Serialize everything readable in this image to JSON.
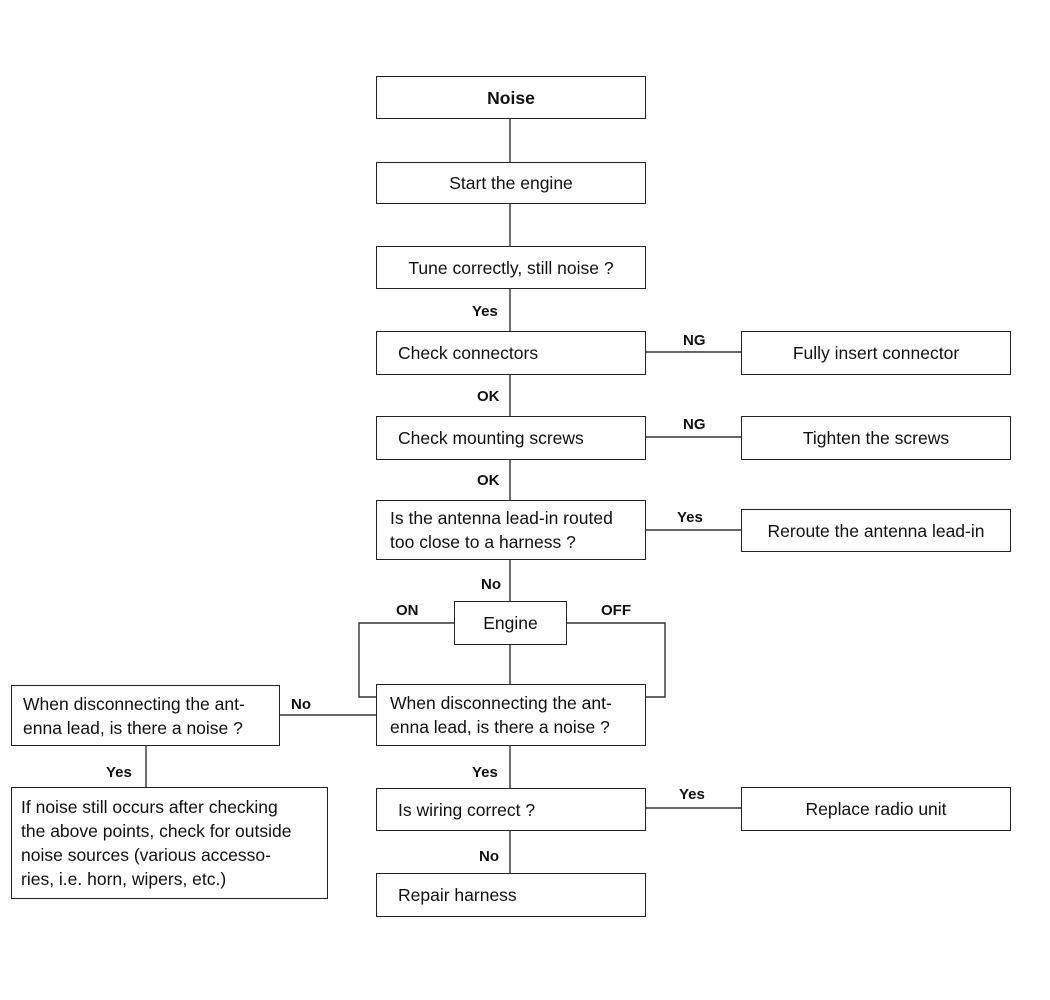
{
  "boxes": {
    "noise": "Noise",
    "start_engine": "Start the engine",
    "tune_correctly": "Tune correctly, still noise ?",
    "check_connectors": "Check connectors",
    "fully_insert_connector": "Fully insert connector",
    "check_mounting_screws": "Check mounting screws",
    "tighten_screws": "Tighten the screws",
    "antenna_routed_line1": "Is the antenna lead-in routed",
    "antenna_routed_line2": "too close to a harness ?",
    "reroute_antenna": "Reroute the antenna lead-in",
    "engine": "Engine",
    "disconnect_center_line1": "When disconnecting  the ant-",
    "disconnect_center_line2": "enna lead, is there a noise ?",
    "disconnect_left_line1": "When disconnecting the ant-",
    "disconnect_left_line2": "enna lead, is there a noise ?",
    "outside_noise_line1": "If noise still occurs after checking",
    "outside_noise_line2": "the above points, check for outside",
    "outside_noise_line3": "noise sources (various accesso-",
    "outside_noise_line4": "ries, i.e. horn, wipers, etc.)",
    "wiring_correct": "Is wiring correct ?",
    "replace_radio_unit": "Replace radio unit",
    "repair_harness": "Repair harness"
  },
  "labels": {
    "yes_tune": "Yes",
    "ng_connectors": "NG",
    "ok_connectors": "OK",
    "ng_screws": "NG",
    "ok_screws": "OK",
    "yes_antenna": "Yes",
    "no_antenna": "No",
    "on_engine": "ON",
    "off_engine": "OFF",
    "no_disconnect": "No",
    "yes_left_disconnect": "Yes",
    "yes_disconnect": "Yes",
    "yes_wiring": "Yes",
    "no_wiring": "No"
  }
}
